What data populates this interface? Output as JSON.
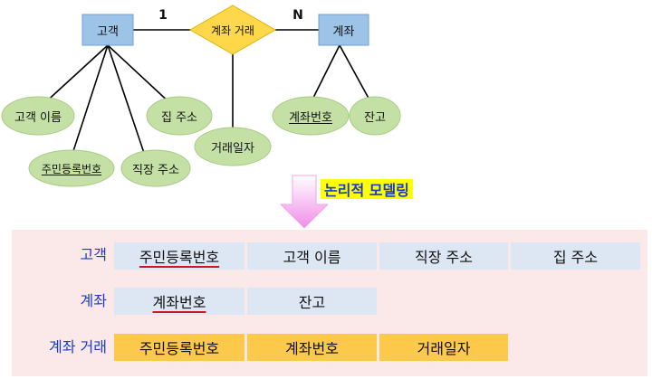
{
  "er": {
    "customer": "고객",
    "relationship": "계좌 거래",
    "account": "계좌",
    "card_left": "1",
    "card_right": "N",
    "attr_customer_name": "고객 이름",
    "attr_resident_no": "주민등록번호",
    "attr_work_address": "직장 주소",
    "attr_home_address": "집 주소",
    "attr_trade_date": "거래일자",
    "attr_account_no": "계좌번호",
    "attr_balance": "잔고"
  },
  "transition_label": "논리적 모델링",
  "tables": [
    {
      "name": "고객",
      "cells": [
        "주민등록번호",
        "고객 이름",
        "직장 주소",
        "집 주소"
      ]
    },
    {
      "name": "계좌",
      "cells": [
        "계좌번호",
        "잔고"
      ]
    },
    {
      "name": "계좌 거래",
      "cells": [
        "주민등록번호",
        "계좌번호",
        "거래일자"
      ]
    }
  ],
  "colors": {
    "entity_fill": "#9dc3e6",
    "relationship_fill": "#ffd84a",
    "attribute_fill": "#c5e0a5",
    "table_cell_blue": "#dce7f3",
    "table_cell_gold": "#fcc94a",
    "panel_bg": "#fbe9e9",
    "label_blue": "#1a3cc8",
    "arrow_pink": "#f4a6f0"
  }
}
